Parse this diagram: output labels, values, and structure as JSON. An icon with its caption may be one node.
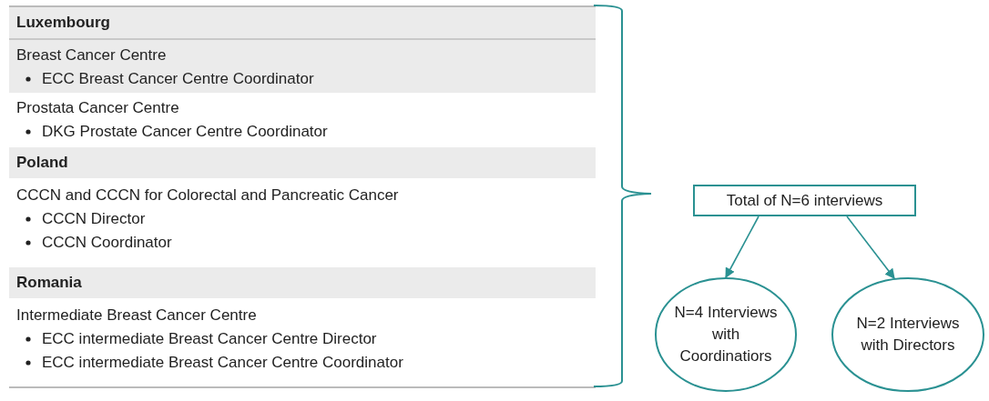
{
  "diagram": {
    "nodes": [
      {
        "text": [
          "Luxembourg"
        ]
      },
      {
        "text": [
          "Breast Cancer Centre",
          "ECC Breast Cancer Centre Coordinator"
        ]
      },
      {
        "text": [
          "Prostata Cancer Centre",
          "DKG Prostate Cancer Centre Coordinator"
        ]
      },
      {
        "text": [
          "Poland"
        ]
      },
      {
        "text": [
          "CCCN and CCCN for Colorectal and Pancreatic Cancer",
          "CCCN Director",
          "CCCN Coordinator"
        ]
      },
      {
        "text": [
          "Romania"
        ]
      },
      {
        "text": [
          "Intermediate Breast Cancer Centre",
          "ECC intermediate Breast Cancer Centre Director",
          "ECC intermediate Breast Cancer Centre Coordinator"
        ]
      },
      {
        "text": [
          "Total of N=6 interviews"
        ]
      },
      {
        "text": [
          "N=4 Interviews with Coordinatiors"
        ]
      },
      {
        "text": [
          "N=2 Interviews with Directors"
        ]
      }
    ],
    "edges": [
      {
        "from": 7,
        "to": 8,
        "arrow": "to"
      },
      {
        "from": 7,
        "to": 9,
        "arrow": "to"
      }
    ]
  }
}
